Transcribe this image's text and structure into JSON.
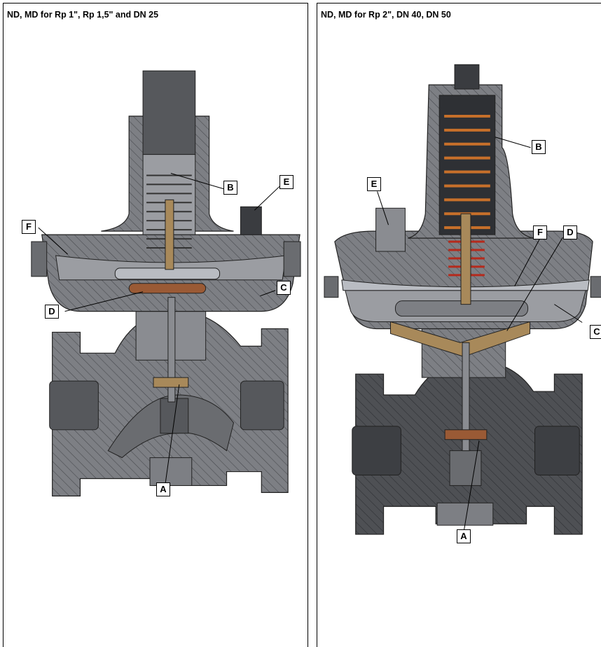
{
  "panels": [
    {
      "title": "ND, MD for Rp 1\", Rp 1,5\" and DN 25",
      "labels": {
        "A": "A",
        "B": "B",
        "C": "C",
        "D": "D",
        "E": "E",
        "F": "F"
      }
    },
    {
      "title": "ND, MD for Rp 2\", DN 40, DN 50",
      "labels": {
        "A": "A",
        "B": "B",
        "C": "C",
        "D": "D",
        "E": "E",
        "F": "F"
      }
    }
  ],
  "colors": {
    "casing": "#7d7f84",
    "casing_dark": "#56585c",
    "casing_light": "#a3a5a9",
    "body_dark": "#4e5054",
    "spring_orange": "#c8702a",
    "spring_red": "#b52a1c",
    "brass": "#a8895a",
    "copper": "#9a5a35",
    "steel_light": "#b9bcc2"
  }
}
